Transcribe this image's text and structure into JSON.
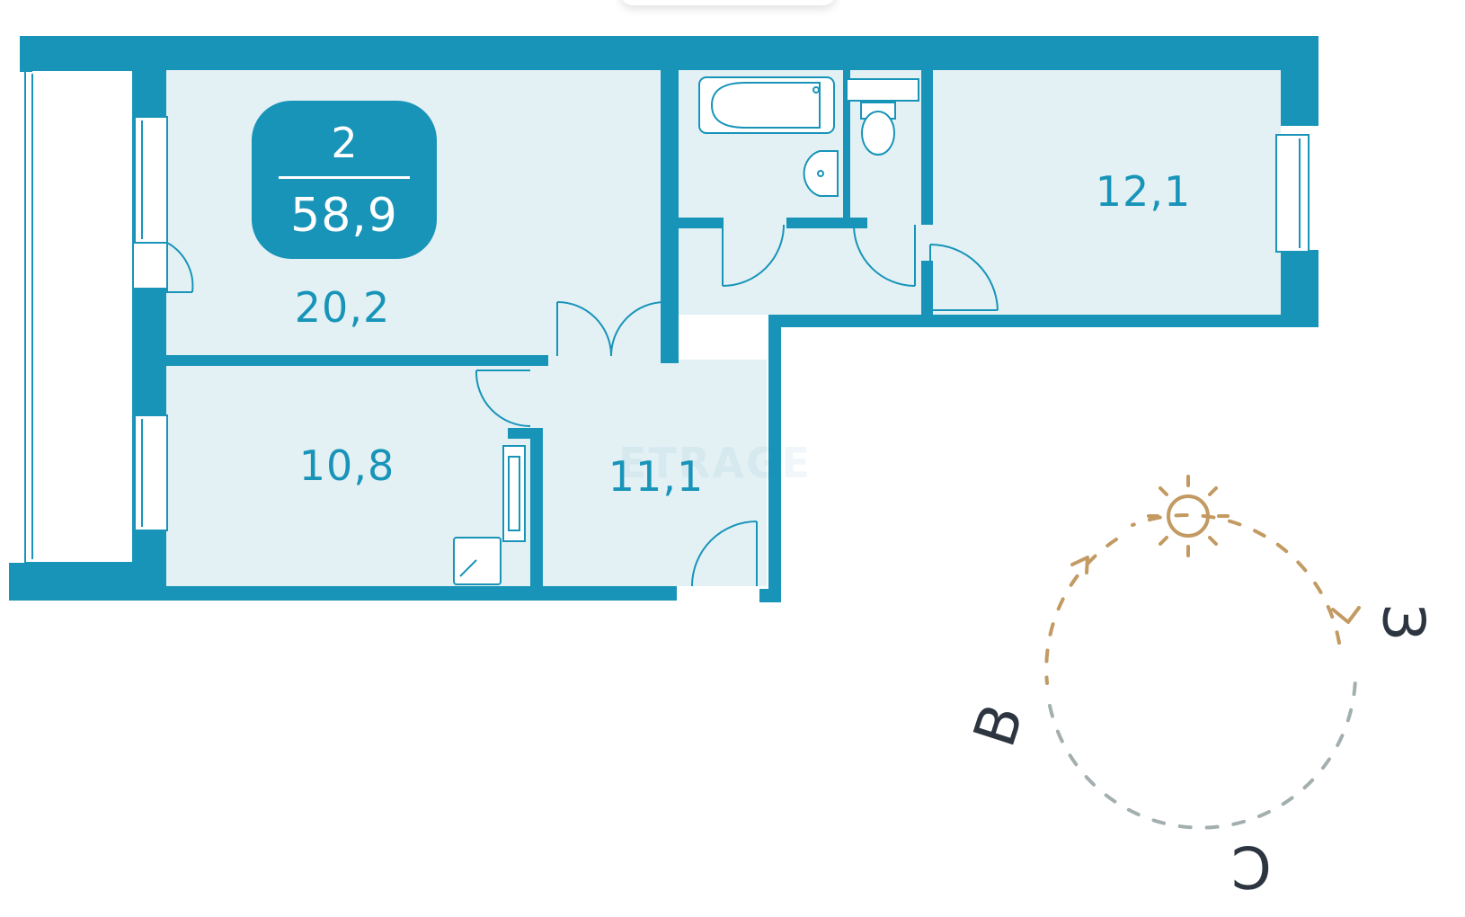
{
  "plan": {
    "rooms_count": "2",
    "total_area": "58,9",
    "rooms": [
      {
        "name": "room-living",
        "area": "20,2"
      },
      {
        "name": "room-bedroom-right",
        "area": "12,1"
      },
      {
        "name": "room-bedroom-left",
        "area": "10,8"
      },
      {
        "name": "room-hallway",
        "area": "11,1"
      }
    ],
    "watermark": "ETRAGE"
  },
  "compass": {
    "east": "В",
    "west": "З",
    "north": "С"
  },
  "colors": {
    "wall": "#1894b9",
    "room_fill": "#e3f1f5",
    "badge": "#1894b9",
    "arrow_warm": "#c29a62",
    "arrow_cool": "#a3aeae"
  }
}
